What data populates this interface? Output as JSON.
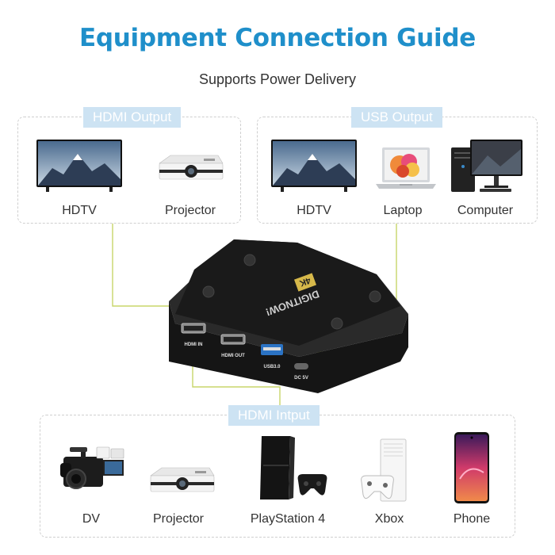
{
  "header": {
    "title": "Equipment Connection Guide",
    "subtitle": "Supports Power Delivery"
  },
  "groups": {
    "hdmi_output": {
      "tag": "HDMI Output",
      "devices": [
        {
          "label": "HDTV",
          "icon": "tv-icon"
        },
        {
          "label": "Projector",
          "icon": "projector-icon"
        }
      ]
    },
    "usb_output": {
      "tag": "USB Output",
      "devices": [
        {
          "label": "HDTV",
          "icon": "tv-icon"
        },
        {
          "label": "Laptop",
          "icon": "laptop-icon"
        },
        {
          "label": "Computer",
          "icon": "desktop-computer-icon"
        }
      ]
    },
    "hdmi_input": {
      "tag": "HDMI Intput",
      "devices": [
        {
          "label": "DV",
          "icon": "camcorder-icon"
        },
        {
          "label": "Projector",
          "icon": "projector-icon"
        },
        {
          "label": "PlayStation 4",
          "icon": "playstation-console-icon"
        },
        {
          "label": "Xbox",
          "icon": "xbox-console-icon"
        },
        {
          "label": "Phone",
          "icon": "smartphone-icon"
        }
      ]
    }
  },
  "capture_device": {
    "brand": "DIGITNOW!",
    "badge": "4K",
    "ports": {
      "hdmi_in": "HDMI IN",
      "hdmi_out": "HDMI OUT",
      "usb": "USB3.0",
      "dc": "DC 5V"
    }
  },
  "colors": {
    "title": "#1f8fca",
    "tag_background": "#cde3f3",
    "wire": "#c8d66a",
    "device_body": "#1b1b1b"
  }
}
